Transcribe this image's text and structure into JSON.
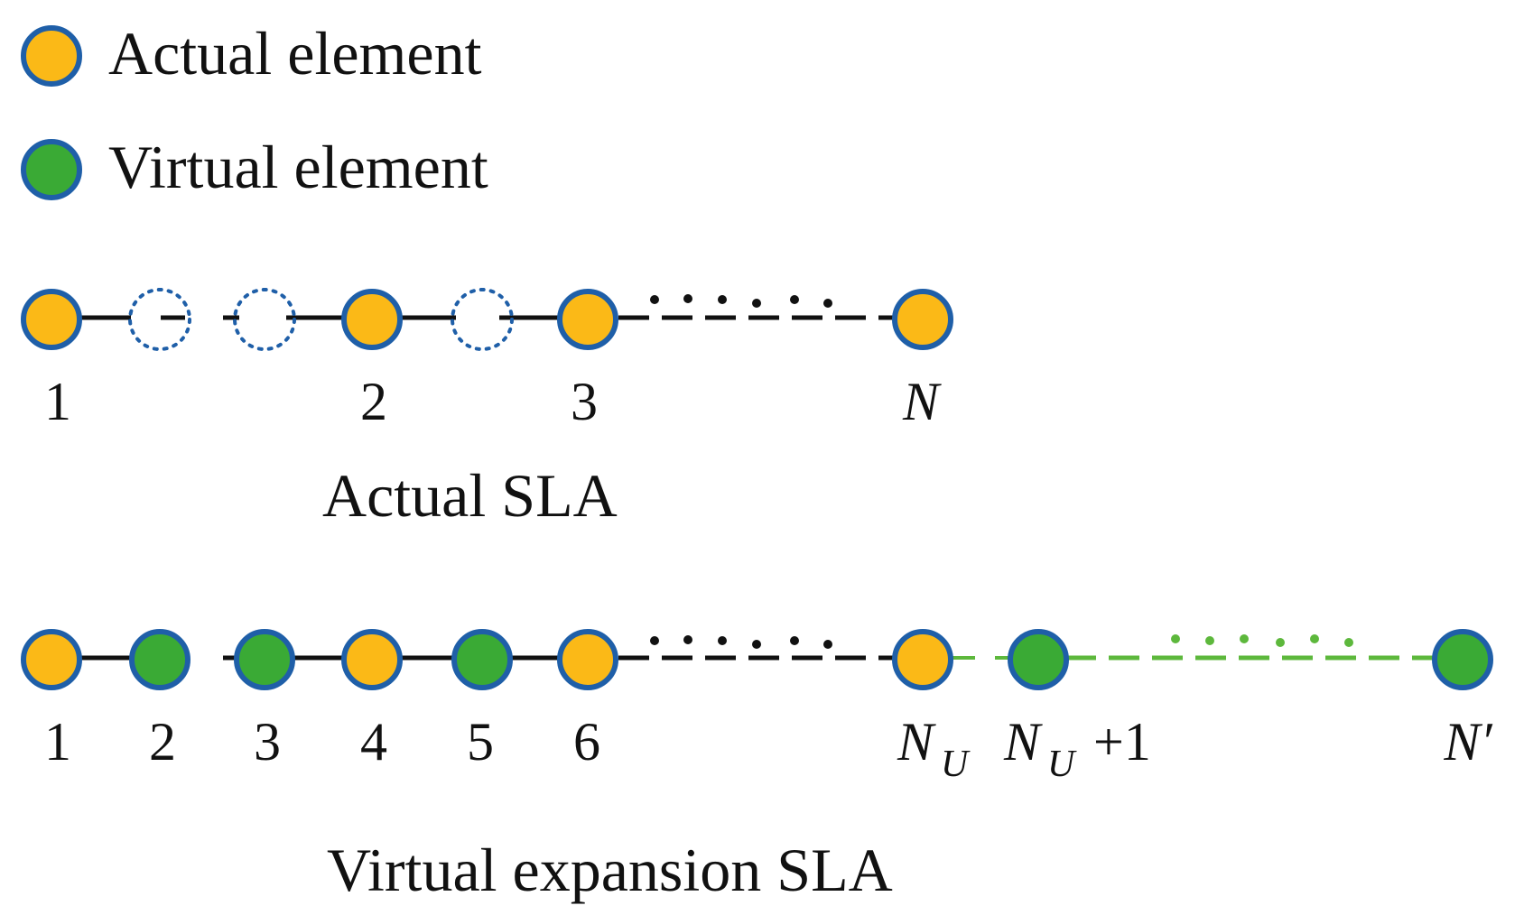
{
  "legend": {
    "actual_label": "Actual element",
    "virtual_label": "Virtual element"
  },
  "actual_sla": {
    "title": "Actual SLA",
    "labels": [
      "1",
      "2",
      "3",
      "N"
    ]
  },
  "virtual_sla": {
    "title": "Virtual expansion SLA",
    "labels": [
      "1",
      "2",
      "3",
      "4",
      "5",
      "6"
    ],
    "nu_base": "N",
    "nu_sub": "U",
    "nu1_base": "N",
    "nu1_sub": "U",
    "nu1_suffix": " +1",
    "nprime": "N′"
  },
  "colors": {
    "actual_fill": "#FBB917",
    "virtual_fill": "#3AAA35",
    "outline": "#1F5FA8",
    "line_black": "#111111",
    "line_green": "#5DB83C"
  },
  "icons": {
    "actual": "orange-circle",
    "virtual": "green-circle",
    "missing": "dotted-circle"
  }
}
